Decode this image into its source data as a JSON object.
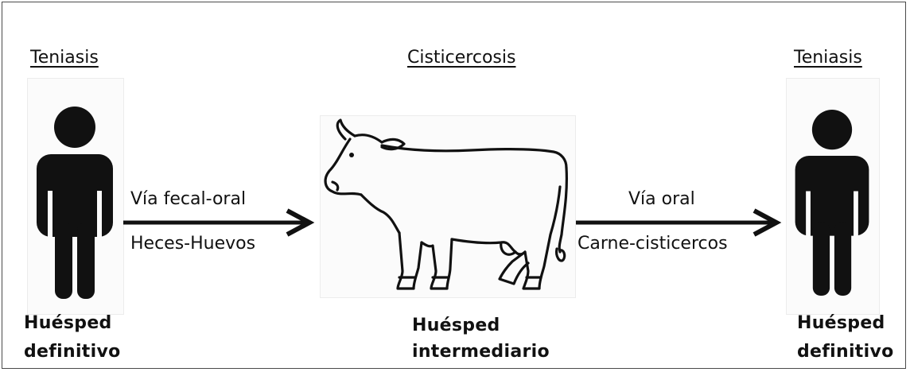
{
  "diagram": {
    "left": {
      "heading": "Teniasis",
      "role_line1": "Huésped",
      "role_line2": "definitivo",
      "icon": "person-icon"
    },
    "center": {
      "heading": "Cisticercosis",
      "role_line1": "Huésped",
      "role_line2": "intermediario",
      "icon": "cow-icon"
    },
    "right": {
      "heading": "Teniasis",
      "role_line1": "Huésped",
      "role_line2": "definitivo",
      "icon": "person-icon"
    },
    "arrow_left": {
      "top_label": "Vía fecal-oral",
      "bottom_label": "Heces-Huevos",
      "icon": "arrow-right-icon"
    },
    "arrow_right": {
      "top_label": "Vía oral",
      "bottom_label": "Carne-cisticercos",
      "icon": "arrow-right-icon"
    },
    "colors": {
      "figure": "#111111",
      "border": "#4a4a4a",
      "panel": "#fbfbfb"
    }
  }
}
